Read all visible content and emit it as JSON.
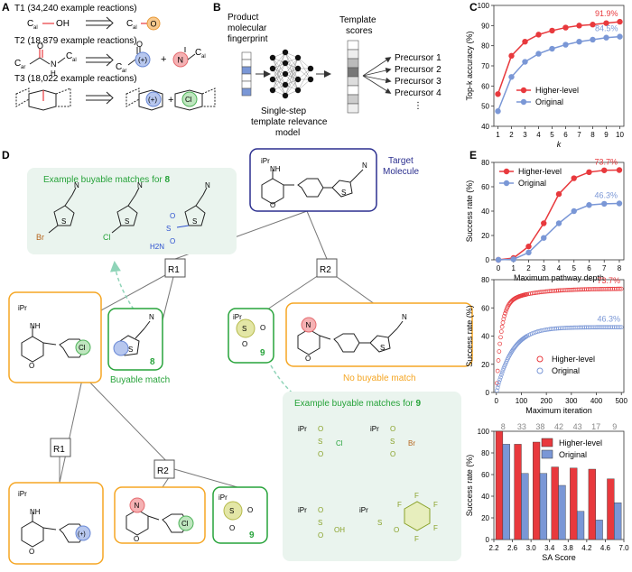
{
  "panels": {
    "a": "A",
    "b": "B",
    "c": "C",
    "d": "D",
    "e": "E"
  },
  "panel_a": {
    "t1": "T1 (34,240 example reactions)",
    "t2": "T2 (18,879 example reactions)",
    "t3": "T3 (18,022 example reactions)",
    "c_al": "C",
    "sub_al": "al",
    "sub_ar": "ar",
    "oh": "OH",
    "o": "O",
    "n": "N",
    "h": "H",
    "cl": "Cl",
    "plus": "+",
    "charge": "(+)"
  },
  "panel_b": {
    "fingerprint_label": [
      "Product",
      "molecular",
      "fingerprint"
    ],
    "model_label": [
      "Single-step",
      "template relevance",
      "model"
    ],
    "scores_label": [
      "Template",
      "scores"
    ],
    "precursors": [
      "Precursor 1",
      "Precursor 2",
      "Precursor 3",
      "Precursor 4",
      "⋮"
    ]
  },
  "panel_d": {
    "example_8": "Example buyable matches for ",
    "example_9": "Example buyable matches for ",
    "num_8": "8",
    "num_9": "9",
    "target_label": [
      "Target",
      "Molecule"
    ],
    "buyable": "Buyable match",
    "no_buyable": "No buyable match",
    "r1": "R1",
    "r2": "R2",
    "ipr": "iPr",
    "atoms": {
      "s": "S",
      "o": "O",
      "n": "N",
      "nh": "NH",
      "cl": "Cl",
      "br": "Br",
      "f": "F",
      "oh": "OH",
      "h2n": "H2N",
      "ph": "O"
    }
  },
  "colors": {
    "red": "#e8393d",
    "blue": "#7a97d6",
    "green": "#27a33a",
    "orange": "#f5a623",
    "navy": "#2b2f8f",
    "gray": "#888888"
  },
  "chart_data": [
    {
      "type": "line",
      "ylabel": "Top-k accuracy (%)",
      "xlabel": "k",
      "x": [
        1,
        2,
        3,
        4,
        5,
        6,
        7,
        8,
        9,
        10
      ],
      "ylim": [
        40,
        100
      ],
      "yticks": [
        40,
        50,
        60,
        70,
        80,
        90,
        100
      ],
      "series": [
        {
          "name": "Higher-level",
          "values": [
            56,
            75,
            82,
            85.5,
            87.5,
            89,
            90,
            90.5,
            91.2,
            91.9
          ],
          "color": "#e8393d"
        },
        {
          "name": "Original",
          "values": [
            47.5,
            64.5,
            72,
            76,
            78.5,
            80.5,
            82,
            83,
            84,
            84.5
          ],
          "color": "#7a97d6"
        }
      ],
      "annotations": [
        "91.9%",
        "84.5%"
      ],
      "legend": "bottom-right"
    },
    {
      "type": "line",
      "ylabel": "Success rate (%)",
      "xlabel": "Maximum pathway depth",
      "x": [
        0,
        1,
        2,
        3,
        4,
        5,
        6,
        7,
        8
      ],
      "ylim": [
        0,
        80
      ],
      "yticks": [
        0,
        20,
        40,
        60,
        80
      ],
      "series": [
        {
          "name": "Higher-level",
          "values": [
            0,
            1.5,
            11,
            30,
            54,
            67,
            72,
            73.5,
            73.7
          ],
          "color": "#e8393d"
        },
        {
          "name": "Original",
          "values": [
            0,
            0.5,
            6,
            18,
            30,
            40,
            45,
            46,
            46.3
          ],
          "color": "#7a97d6"
        }
      ],
      "annotations": [
        "73.7%",
        "46.3%"
      ],
      "legend": "top-left"
    },
    {
      "type": "scatter",
      "ylabel": "Success rate (%)",
      "xlabel": "Maximum iteration",
      "xlim": [
        0,
        500
      ],
      "xticks": [
        0,
        100,
        200,
        300,
        400,
        500
      ],
      "ylim": [
        0,
        80
      ],
      "yticks": [
        0,
        20,
        40,
        60,
        80
      ],
      "series": [
        {
          "name": "Higher-level",
          "color": "#e8393d",
          "curve": {
            "final": 73.7,
            "knee": 60,
            "tau": 18
          }
        },
        {
          "name": "Original",
          "color": "#7a97d6",
          "curve": {
            "final": 46.3,
            "knee": 40,
            "tau": 55
          }
        }
      ],
      "annotations": [
        "73.7%",
        "46.3%"
      ],
      "legend": "bottom-right"
    },
    {
      "type": "bar",
      "ylabel": "Success rate (%)",
      "xlabel": "SA Score",
      "categories": [
        "2.2–2.6",
        "2.6–3.0",
        "3.0–3.4",
        "3.4–3.8",
        "3.8–4.2",
        "4.2–4.6",
        "4.6–7.0"
      ],
      "xtick_labels": [
        "2.2",
        "2.6",
        "3.0",
        "3.4",
        "3.8",
        "4.2",
        "4.6",
        "7.0"
      ],
      "counts": [
        "8",
        "33",
        "38",
        "42",
        "43",
        "17",
        "9"
      ],
      "ylim": [
        0,
        100
      ],
      "yticks": [
        0,
        20,
        40,
        60,
        80,
        100
      ],
      "series": [
        {
          "name": "Higher-level",
          "values": [
            100,
            88,
            90,
            67,
            66,
            65,
            56
          ],
          "color": "#e8393d"
        },
        {
          "name": "Original",
          "values": [
            88,
            61,
            61,
            50,
            26,
            18,
            34
          ],
          "color": "#7a97d6"
        }
      ],
      "legend": "top-right"
    }
  ]
}
